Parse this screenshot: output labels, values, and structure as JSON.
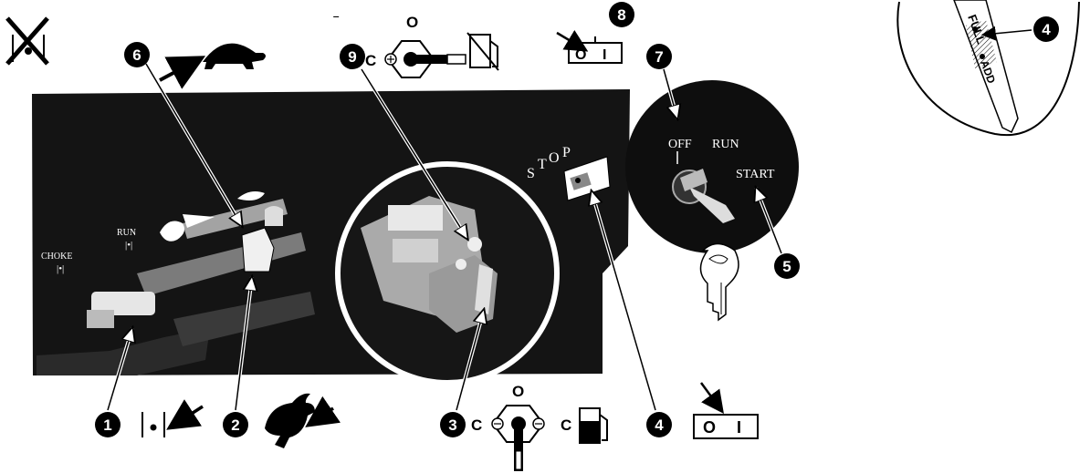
{
  "callouts": {
    "c1": "1",
    "c2": "2",
    "c3": "3",
    "c4": "4",
    "c5": "5",
    "c6": "6",
    "c7": "7",
    "c8": "8",
    "c9": "9",
    "c4_dipstick": "4"
  },
  "panel_labels": {
    "choke": "CHOKE",
    "run": "RUN"
  },
  "key_switch": {
    "off": "OFF",
    "run": "RUN",
    "start": "START"
  },
  "stop_switch": {
    "stop": "STOP",
    "off_symbol": "O",
    "on_symbol": "I"
  },
  "fuel_valve": {
    "open": "O",
    "closed": "C"
  },
  "dipstick": {
    "full": "FULL",
    "add": "ADD"
  },
  "icons": [
    "no-choke-icon",
    "turtle-icon",
    "rabbit-icon",
    "choke-icon",
    "fuel-pump-icon",
    "fuel-pump-crossed-icon",
    "toggle-switch-icon",
    "ignition-key-icon"
  ],
  "colors": {
    "ink": "#000000",
    "paper": "#ffffff",
    "photo": "#141414"
  }
}
